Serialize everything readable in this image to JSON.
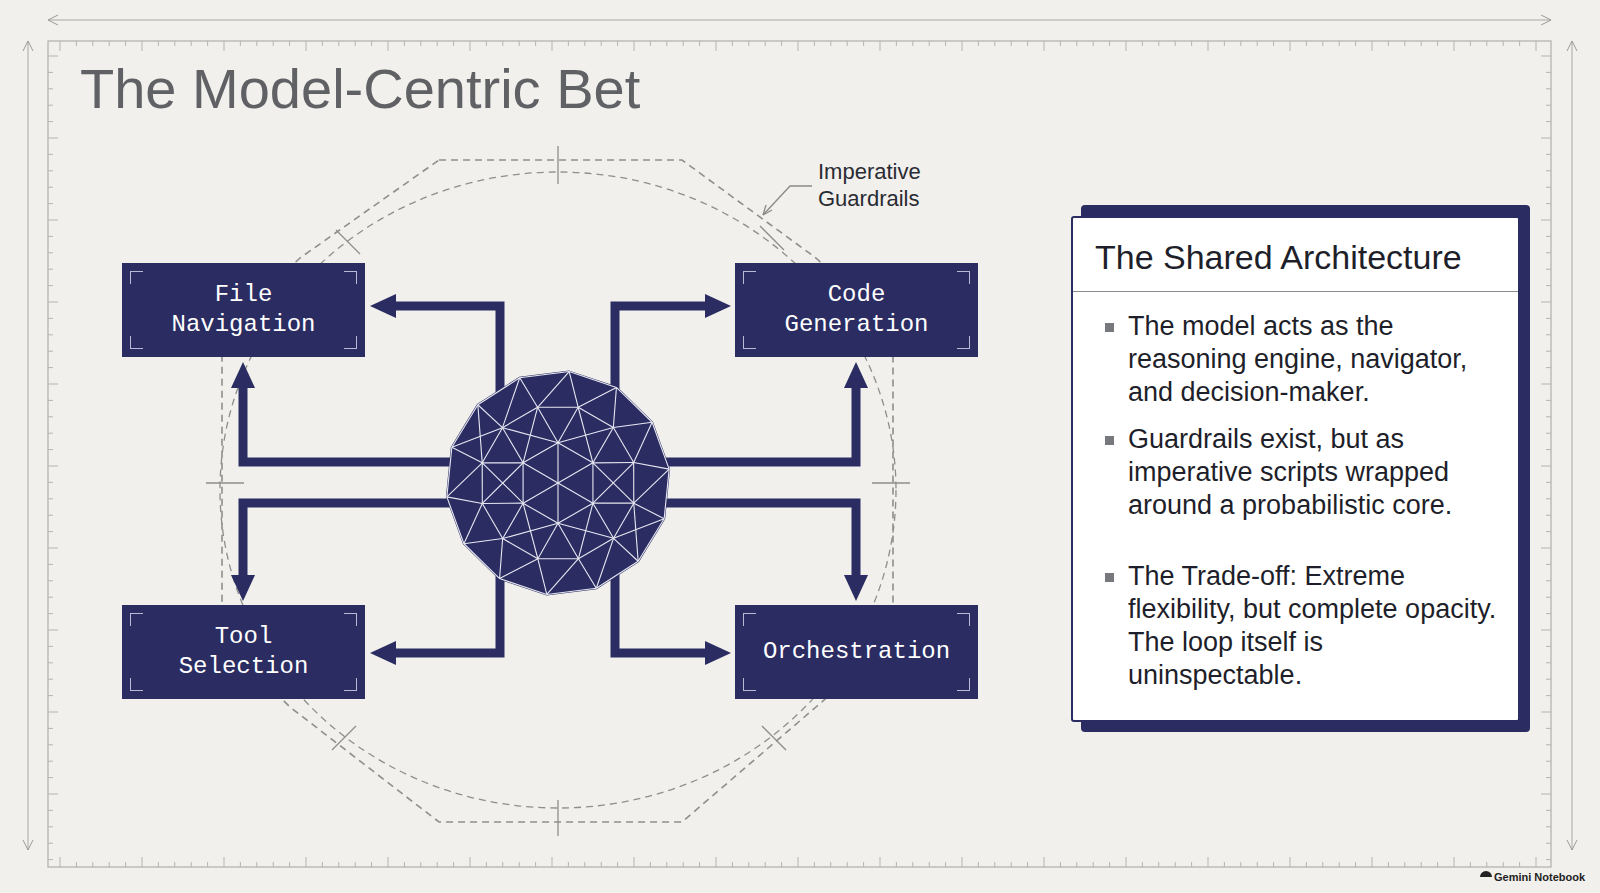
{
  "diagram": {
    "title": "The Model-Centric Bet",
    "nodes": [
      {
        "text": [
          "File Navigation"
        ]
      },
      {
        "text": [
          "Code Generation"
        ]
      },
      {
        "text": [
          "Tool Selection"
        ]
      },
      {
        "text": [
          "Orchestration"
        ]
      },
      {
        "text": [
          "The Shared Architecture",
          "The model acts as the reasoning engine, navigator, and decision-maker.",
          "Guardrails exist, but as imperative scripts wrapped around a probabilistic core.",
          "The Trade-off: Extreme flexibility, but complete opacity. The loop itself is uninspectable."
        ]
      }
    ],
    "labels": [
      "Imperative Guardrails",
      "Gemini Notebook"
    ]
  }
}
